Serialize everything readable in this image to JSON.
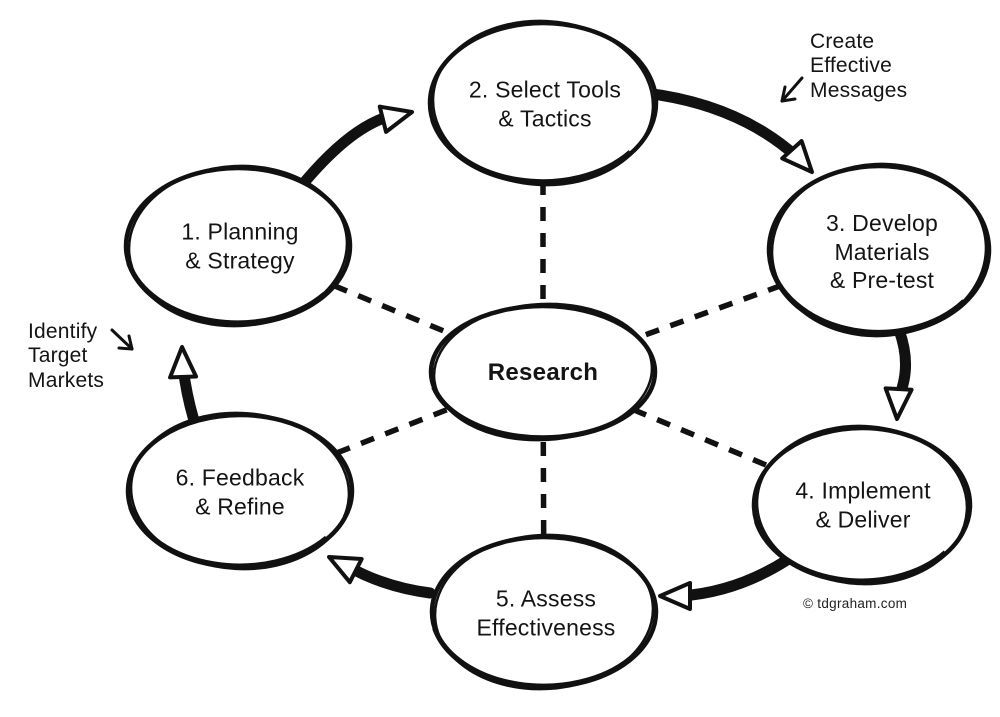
{
  "diagram": {
    "center_label": "Research",
    "nodes": [
      {
        "id": "planning-strategy",
        "label": "1. Planning\n& Strategy"
      },
      {
        "id": "select-tools-tactics",
        "label": "2. Select Tools\n& Tactics"
      },
      {
        "id": "develop-materials",
        "label": "3. Develop\nMaterials\n& Pre-test"
      },
      {
        "id": "implement-deliver",
        "label": "4. Implement\n& Deliver"
      },
      {
        "id": "assess-effectiveness",
        "label": "5. Assess\nEffectiveness"
      },
      {
        "id": "feedback-refine",
        "label": "6. Feedback\n& Refine"
      }
    ],
    "annotations": [
      {
        "id": "create-effective-messages",
        "label": "Create\nEffective\nMessages"
      },
      {
        "id": "identify-target-markets",
        "label": "Identify\nTarget\nMarkets"
      }
    ],
    "copyright": "© tdgraham.com",
    "colors": {
      "ink": "#111111",
      "background": "#ffffff"
    }
  }
}
